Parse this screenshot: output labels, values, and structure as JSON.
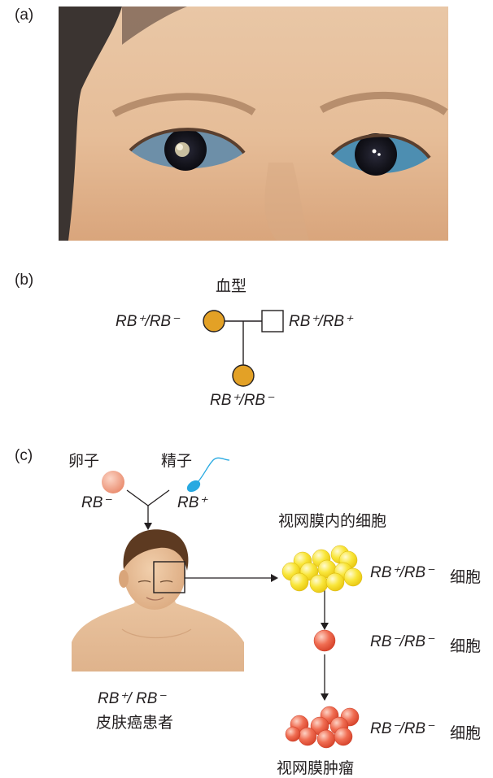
{
  "panels": {
    "a": {
      "label": "(a)"
    },
    "b": {
      "label": "(b)",
      "title": "血型",
      "mother": "RB⁺/RB⁻",
      "father": "RB⁺/RB⁺",
      "child": "RB⁺/RB⁻"
    },
    "c": {
      "label": "(c)",
      "egg": {
        "label": "卵子",
        "genotype": "RB⁻"
      },
      "sperm": {
        "label": "精子",
        "genotype": "RB⁺"
      },
      "patient": {
        "genotype": "RB⁺/ RB⁻",
        "description": "皮肤癌患者"
      },
      "retina_header": "视网膜内的细胞",
      "stages": [
        {
          "genotype": "RB⁺/RB⁻",
          "cell_label": "细胞"
        },
        {
          "genotype": "RB⁻/RB⁻",
          "cell_label": "细胞"
        },
        {
          "genotype": "RB⁻/RB⁻",
          "cell_label": "细胞"
        }
      ],
      "tumor_label": "视网膜肿瘤"
    }
  },
  "colors": {
    "female_fill": "#e3a126",
    "male_fill": "#ffffff",
    "egg": "#f09b82",
    "sperm": "#27a9e1",
    "normal_cell": "#f7d820",
    "tumor_cell": "#ea5a40"
  }
}
